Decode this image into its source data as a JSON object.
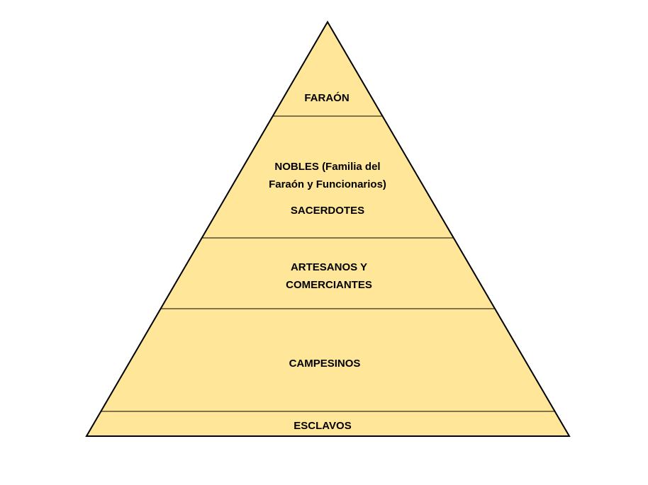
{
  "diagram": {
    "fill_color": "#FFE699",
    "stroke_color": "#000000",
    "levels": [
      {
        "lines": [
          "FARAÓN"
        ]
      },
      {
        "lines": [
          "NOBLES (Familia del",
          "Faraón y Funcionarios)",
          "SACERDOTES"
        ]
      },
      {
        "lines": [
          "ARTESANOS Y",
          "COMERCIANTES"
        ]
      },
      {
        "lines": [
          "CAMPESINOS"
        ]
      },
      {
        "lines": [
          "ESCLAVOS"
        ]
      }
    ]
  }
}
